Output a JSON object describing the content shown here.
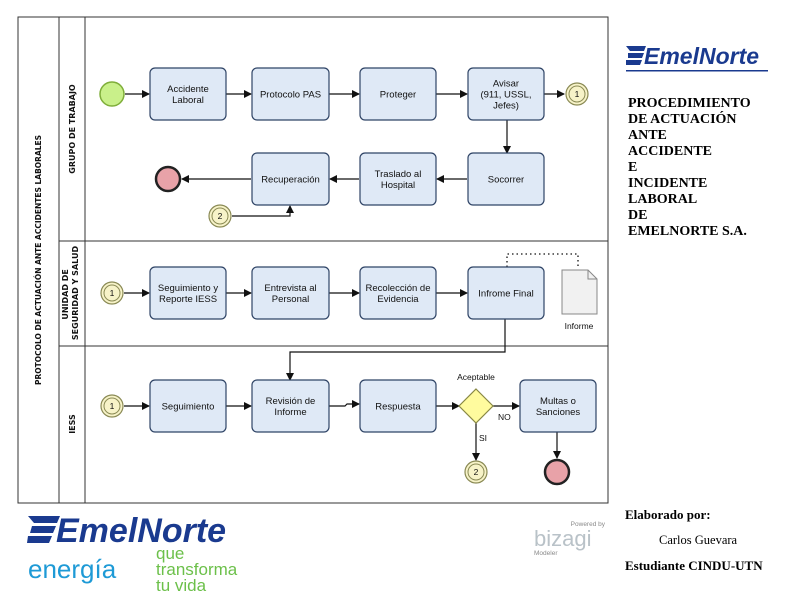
{
  "pool": {
    "title": "PROTOCOLO DE ACTUACIÓN ANTE ACCIDENTES LABORALES"
  },
  "lanes": [
    {
      "id": "lane-grupo",
      "label_lines": [
        "GRUPO DE TRABAJO"
      ]
    },
    {
      "id": "lane-seguridad",
      "label_lines": [
        "UNIDAD DE",
        "SEGURIDAD Y SALUD"
      ]
    },
    {
      "id": "lane-iess",
      "label_lines": [
        "IESS"
      ]
    }
  ],
  "tasks": [
    {
      "id": "accidente-laboral",
      "lines": [
        "Accidente",
        "Laboral"
      ]
    },
    {
      "id": "protocolo-pas",
      "lines": [
        "Protocolo PAS"
      ]
    },
    {
      "id": "proteger",
      "lines": [
        "Proteger"
      ]
    },
    {
      "id": "avisar",
      "lines": [
        "Avisar",
        "(911, USSL,",
        "Jefes)"
      ]
    },
    {
      "id": "socorrer",
      "lines": [
        "Socorrer"
      ]
    },
    {
      "id": "traslado-hospital",
      "lines": [
        "Traslado al",
        "Hospital"
      ]
    },
    {
      "id": "recuperacion",
      "lines": [
        "Recuperación"
      ]
    },
    {
      "id": "seguimiento-reporte",
      "lines": [
        "Seguimiento y",
        "Reporte IESS"
      ]
    },
    {
      "id": "entrevista-personal",
      "lines": [
        "Entrevista al",
        "Personal"
      ]
    },
    {
      "id": "recoleccion-evidencia",
      "lines": [
        "Recolección de",
        "Evidencia"
      ]
    },
    {
      "id": "informe-final",
      "lines": [
        "Infrome Final"
      ]
    },
    {
      "id": "seguimiento",
      "lines": [
        "Seguimiento"
      ]
    },
    {
      "id": "revision-informe",
      "lines": [
        "Revisión de",
        "Informe"
      ]
    },
    {
      "id": "respuesta",
      "lines": [
        "Respuesta"
      ]
    },
    {
      "id": "multas-sanciones",
      "lines": [
        "Multas o",
        "Sanciones"
      ]
    }
  ],
  "link_events": [
    {
      "id": "link-1-throw",
      "label": "1"
    },
    {
      "id": "link-2-catch",
      "label": "2"
    },
    {
      "id": "link-1-catch-seguridad",
      "label": "1"
    },
    {
      "id": "link-1-catch-iess",
      "label": "1"
    },
    {
      "id": "link-2-throw",
      "label": "2"
    }
  ],
  "gateway": {
    "label": "Aceptable",
    "no_label": "NO",
    "yes_label": "SI"
  },
  "artifact": {
    "label": "Informe"
  },
  "title_lines": [
    "PROCEDIMIENTO",
    "DE ACTUACIÓN",
    "ANTE",
    "ACCIDENTE",
    "E",
    "INCIDENTE",
    "LABORAL",
    "DE",
    "EMELNORTE S.A."
  ],
  "author": {
    "label": "Elaborado por:",
    "name": "Carlos Guevara",
    "role": "Estudiante CINDU-UTN"
  },
  "brand": {
    "name": "EmelNorte",
    "slogan_word": "energía",
    "slogan_lines": [
      "que",
      "transforma",
      "tu vida"
    ],
    "primary_color": "#1a3a8f",
    "slogan_green": "#6cc04a",
    "slogan_blue": "#1e9ad6"
  },
  "bizagi": {
    "powered": "Powered by",
    "name": "bizagi",
    "product": "Modeler"
  },
  "colors": {
    "start_event": "#c9f08a",
    "end_event": "#e8a2a8",
    "intermediate": "#f7f3c8",
    "gateway": "#fffb9e",
    "task_fill": "#dfe9f6"
  }
}
